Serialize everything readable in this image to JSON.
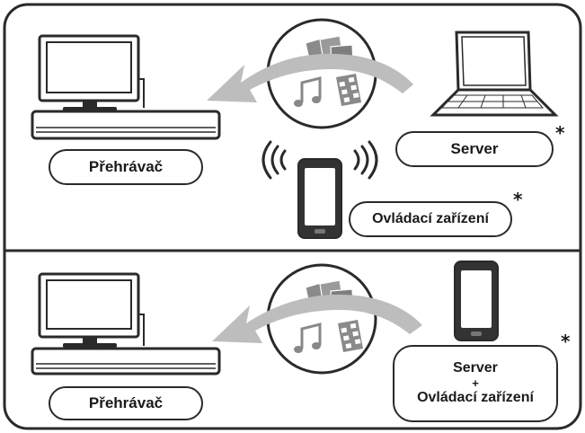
{
  "top_panel": {
    "player_label": "Přehrávač",
    "server_label": "Server",
    "controller_label": "Ovládací zařízení",
    "server_asterisk": "*",
    "controller_asterisk": "*"
  },
  "bottom_panel": {
    "player_label": "Přehrávač",
    "server_line1": "Server",
    "plus": "+",
    "server_line2": "Ovládací zařízení",
    "asterisk": "*"
  },
  "colors": {
    "outline": "#2a2a2a",
    "arrow": "#bdbdbd",
    "media_icons": "#888888",
    "screen": "#ffffff",
    "background": "#ffffff"
  },
  "icons": [
    "tv-icon",
    "player-device-icon",
    "laptop-icon",
    "smartphone-icon",
    "photos-icon",
    "music-note-icon",
    "video-film-icon",
    "wireless-signal-icon"
  ]
}
